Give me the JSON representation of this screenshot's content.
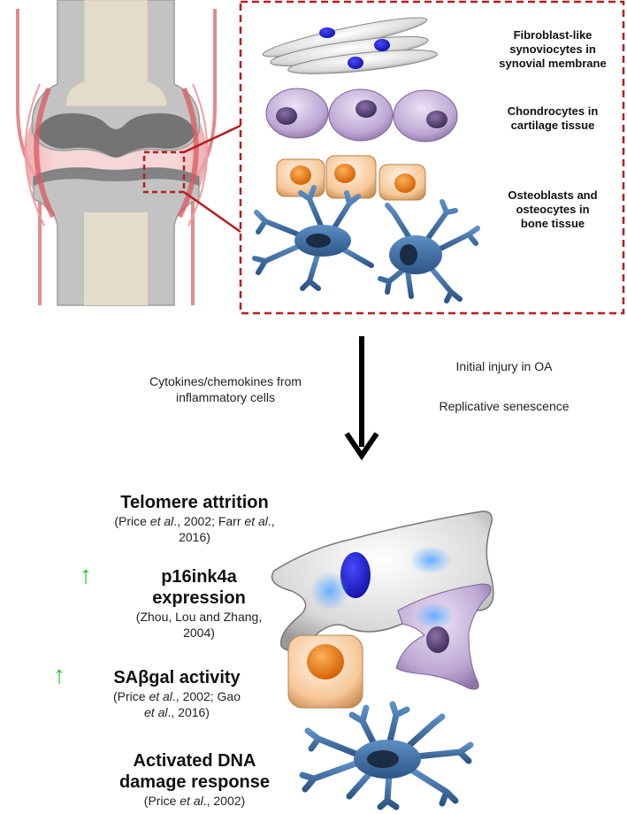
{
  "cell_labels": {
    "fibroblast": [
      "Fibroblast-like",
      "synoviocytes in",
      "synovial membrane"
    ],
    "chondrocyte": [
      "Chondrocytes in",
      "cartilage tissue"
    ],
    "osteo": [
      "Osteoblasts and",
      "osteocytes in",
      "bone tissue"
    ]
  },
  "triggers": {
    "left": [
      "Cytokines/chemokines from",
      "inflammatory cells"
    ],
    "right_1": "Initial injury in OA",
    "right_2": "Replicative senescence"
  },
  "markers": [
    {
      "heading": [
        "Telomere attrition"
      ],
      "refs": [
        [
          "(Price ",
          "et al",
          "., 2002; Farr ",
          "et al",
          ".,"
        ],
        [
          "2016)"
        ]
      ],
      "arrow": false
    },
    {
      "heading": [
        "p16ink4a",
        "expression"
      ],
      "refs": [
        [
          "(Zhou, Lou and Zhang,"
        ],
        [
          "2004)"
        ]
      ],
      "arrow": true
    },
    {
      "heading": [
        "SAβgal activity"
      ],
      "refs": [
        [
          "(Price ",
          "et al",
          "., 2002; Gao"
        ],
        [
          "et al",
          "., 2016)"
        ]
      ],
      "arrow": true
    },
    {
      "heading": [
        "Activated DNA",
        "damage response"
      ],
      "refs": [
        [
          "(Price ",
          "et al",
          "., 2002)"
        ]
      ],
      "arrow": false
    }
  ],
  "up_arrow_symbol": "↑",
  "colors": {
    "dashed_box": "#b41e1e",
    "arrow_up": "#22c322",
    "bone": "#c9c9c9",
    "synovium": "#e88f91",
    "fibroblast": "#d8d8d8",
    "chondrocyte": "#c3aed6",
    "osteoblast": "#f6c79a",
    "osteocyte": "#3c6fa5"
  }
}
